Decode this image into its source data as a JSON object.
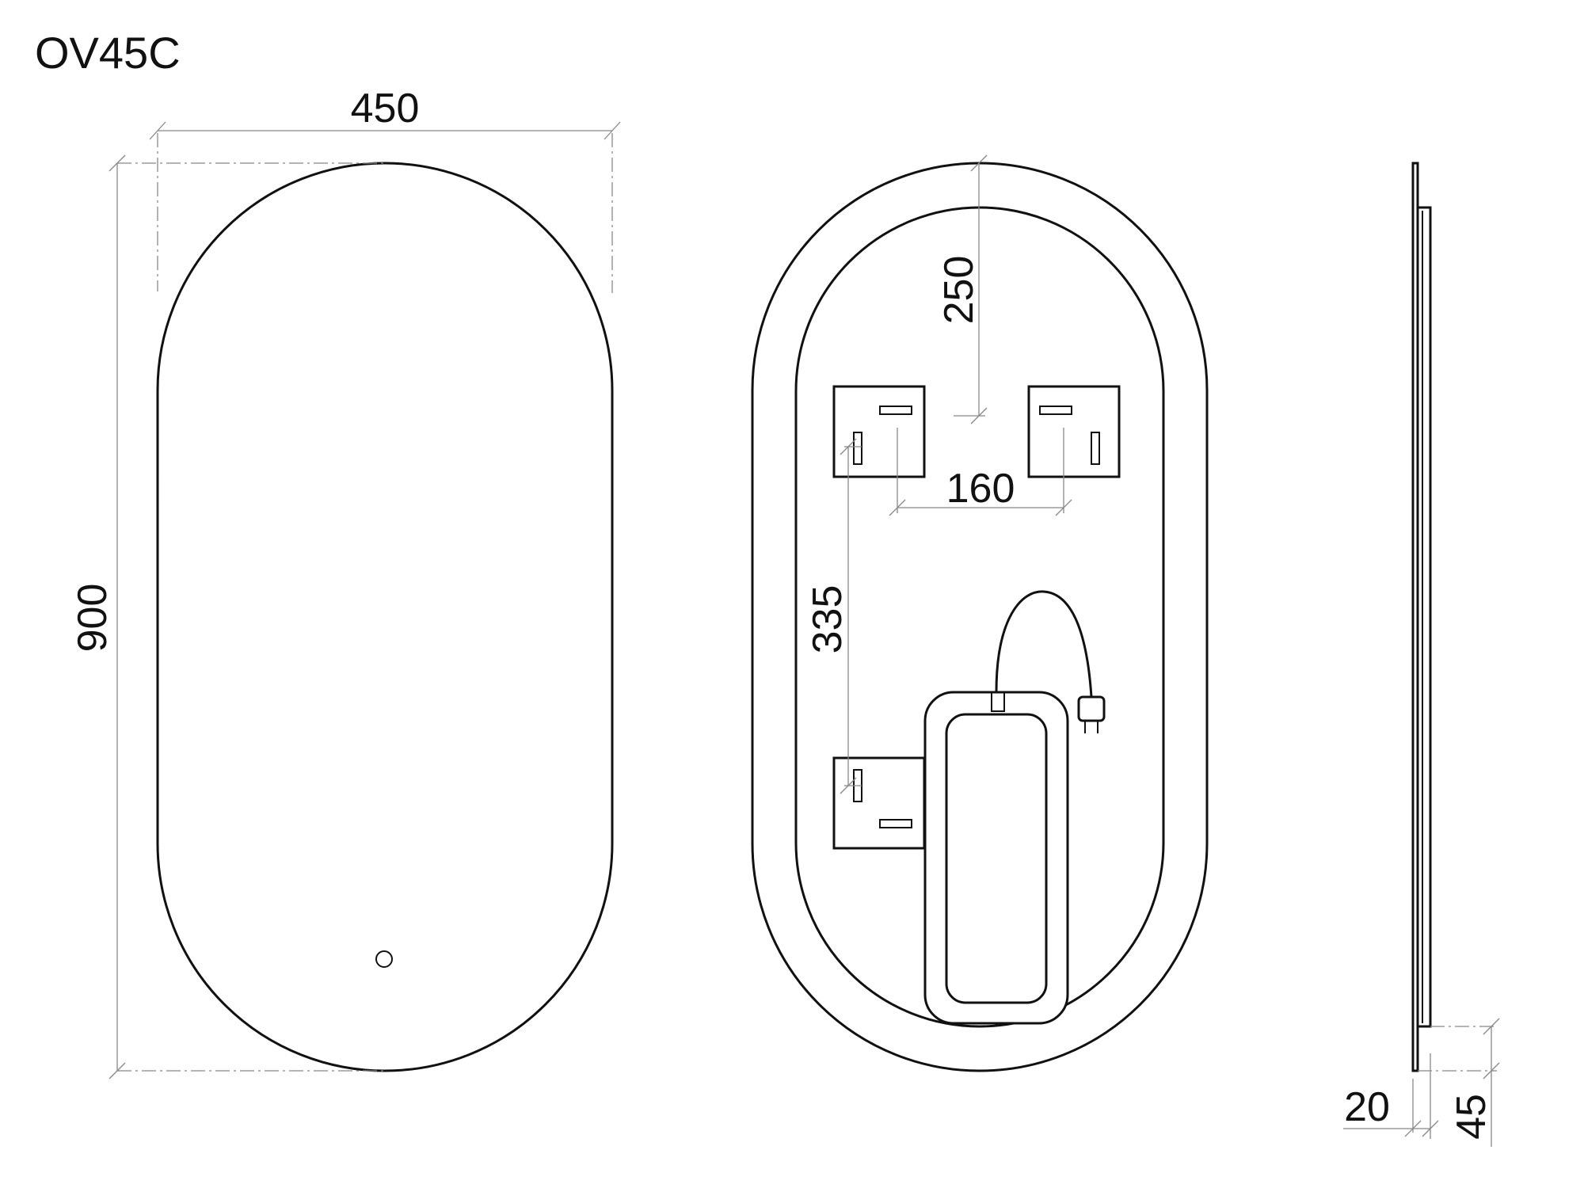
{
  "title": "OV45C",
  "front_view": {
    "width_label": "450",
    "height_label": "900"
  },
  "back_view": {
    "top_to_bracket_label": "250",
    "bracket_spacing_label": "160",
    "vertical_bracket_spacing_label": "335"
  },
  "side_view": {
    "thickness_label": "20",
    "depth_label": "45"
  }
}
